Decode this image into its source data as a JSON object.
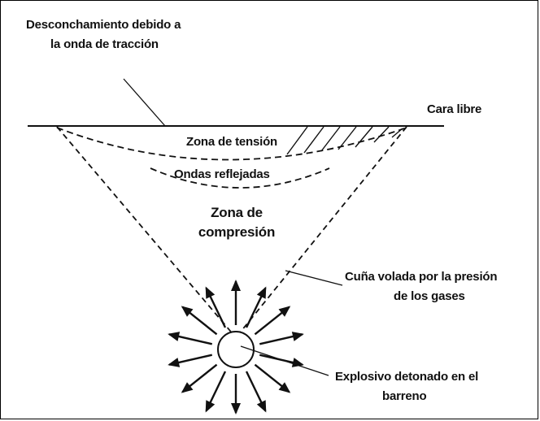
{
  "labels": {
    "spalling_line1": "Desconchamiento debido a",
    "spalling_line2": "la onda de tracción",
    "free_face": "Cara libre",
    "tension_zone": "Zona de tensión",
    "reflected_waves": "Ondas reflejadas",
    "compression_line1": "Zona de",
    "compression_line2": "compresión",
    "wedge_line1": "Cuña volada por la presión",
    "wedge_line2": "de los gases",
    "explosive_line1": "Explosivo detonado en el",
    "explosive_line2": "barreno"
  },
  "colors": {
    "ink": "#111111",
    "background": "#ffffff"
  },
  "radial_arrow_count": 14
}
